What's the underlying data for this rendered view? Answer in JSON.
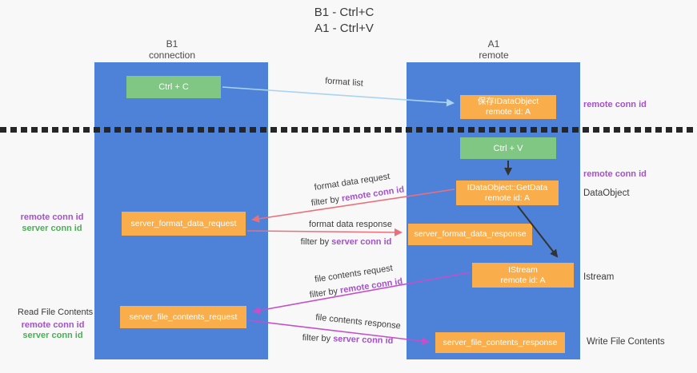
{
  "title": {
    "line1": "B1 - Ctrl+C",
    "line2": "A1 - Ctrl+V"
  },
  "columns": {
    "left": {
      "name": "B1",
      "role": "connection"
    },
    "right": {
      "name": "A1",
      "role": "remote"
    }
  },
  "boxes": {
    "ctrl_c": {
      "label": "Ctrl + C"
    },
    "save_idataobject": {
      "line1": "保存IDataObject",
      "line2": "remote id: A"
    },
    "ctrl_v": {
      "label": "Ctrl + V"
    },
    "getdata": {
      "line1": "IDataObject::GetData",
      "line2": "remote id: A"
    },
    "server_format_data_request": {
      "label": "server_format_data_request"
    },
    "server_format_data_response": {
      "label": "server_format_data_response"
    },
    "istream": {
      "line1": "IStream",
      "line2": "remote id: A"
    },
    "server_file_contents_request": {
      "label": "server_file_contents_request"
    },
    "server_file_contents_response": {
      "label": "server_file_contents_response"
    }
  },
  "flow_labels": {
    "format_list": "format list",
    "format_data_request": "format data request",
    "format_data_response": "format data response",
    "file_contents_request": "file contents request",
    "file_contents_response": "file contents response",
    "filter_by": "filter by ",
    "remote_conn_id": "remote conn id",
    "server_conn_id": "server conn id"
  },
  "left_annotations": {
    "format_remote_conn_id": "remote conn id",
    "format_server_conn_id": "server conn id",
    "read_file_contents": "Read File Contents",
    "file_remote_conn_id": "remote conn id",
    "file_server_conn_id": "server conn id"
  },
  "right_annotations": {
    "clipboard_remote_conn_id": "remote conn id",
    "paste_remote_conn_id": "remote conn id",
    "dataobject": "DataObject",
    "istream": "Istream",
    "write_file_contents": "Write File Contents"
  },
  "colors": {
    "column_blue": "#4e82d8",
    "box_green": "#7fc783",
    "box_orange": "#f9ae4b",
    "arrow_light_blue": "#a9d3f2",
    "arrow_red": "#e9707b",
    "arrow_magenta": "#c44fc9",
    "arrow_dark": "#333333",
    "conn_id_purple": "#a352c9",
    "conn_id_green": "#4cae57"
  }
}
